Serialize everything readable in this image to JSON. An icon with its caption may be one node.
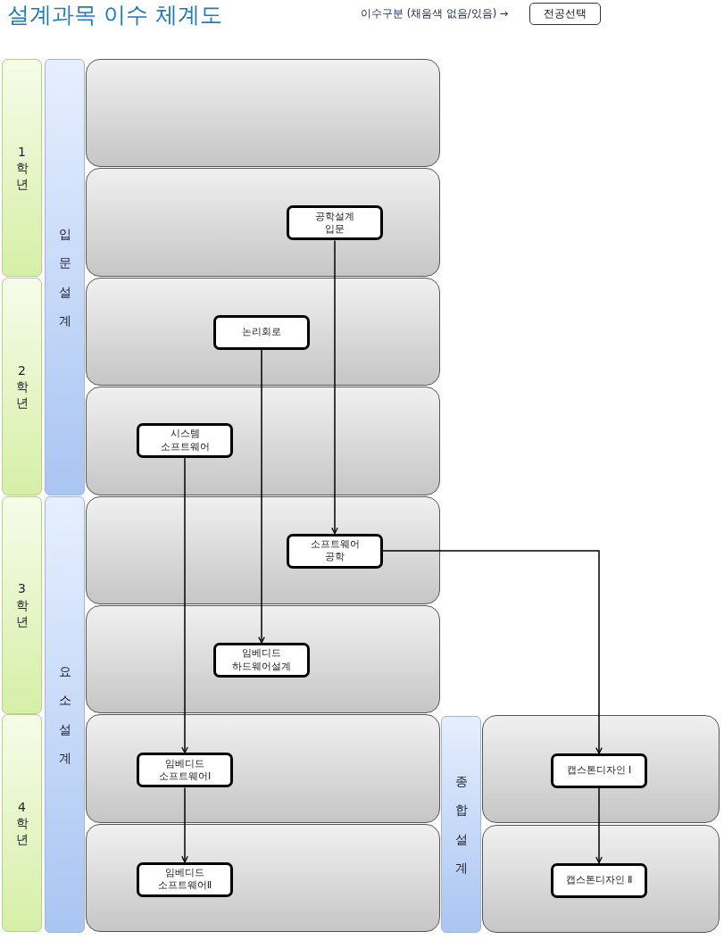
{
  "diagram": {
    "title": "설계과목 이수 체계도",
    "nodes": [
      {
        "text": [
          "1학년"
        ]
      },
      {
        "text": [
          "2학년"
        ]
      },
      {
        "text": [
          "3학년"
        ]
      },
      {
        "text": [
          "4학년"
        ]
      },
      {
        "text": [
          "입문설계"
        ]
      },
      {
        "text": [
          "요소설계"
        ]
      },
      {
        "text": [
          "종합설계"
        ]
      },
      {
        "text": [],
        "shape": "box"
      },
      {
        "text": [],
        "shape": "box"
      },
      {
        "text": [],
        "shape": "box"
      },
      {
        "text": [],
        "shape": "box"
      },
      {
        "text": [],
        "shape": "box"
      },
      {
        "text": [],
        "shape": "box"
      },
      {
        "text": [],
        "shape": "box"
      },
      {
        "text": [],
        "shape": "box"
      },
      {
        "text": [],
        "shape": "box"
      },
      {
        "text": [],
        "shape": "box"
      },
      {
        "text": [
          "공학설계 입문"
        ],
        "in": 8
      },
      {
        "text": [
          "논리회로"
        ],
        "in": 9
      },
      {
        "text": [
          "시스템 소프트웨어"
        ],
        "in": 10
      },
      {
        "text": [
          "소프트웨어 공학"
        ],
        "in": 11
      },
      {
        "text": [
          "임베디드 하드웨어설계"
        ],
        "in": 12
      },
      {
        "text": [
          "임베디드 소프트웨어Ⅰ"
        ],
        "in": 13
      },
      {
        "text": [
          "임베디드 소프트웨어Ⅱ"
        ],
        "in": 14
      },
      {
        "text": [
          "캡스톤디자인 Ⅰ"
        ],
        "in": 15
      },
      {
        "text": [
          "캡스톤디자인 Ⅱ"
        ],
        "in": 16
      }
    ],
    "edges": [
      {
        "from": 17,
        "to": 20,
        "arrow": "to"
      },
      {
        "from": 18,
        "to": 21,
        "arrow": "to"
      },
      {
        "from": 19,
        "to": 22,
        "arrow": "to"
      },
      {
        "from": 22,
        "to": 23,
        "arrow": "to"
      },
      {
        "from": 20,
        "to": 24,
        "arrow": "to"
      },
      {
        "from": 24,
        "to": 25,
        "arrow": "to"
      }
    ],
    "labels": [
      "이수구분 (채움색 없음/있음) →",
      "전공선택"
    ]
  }
}
